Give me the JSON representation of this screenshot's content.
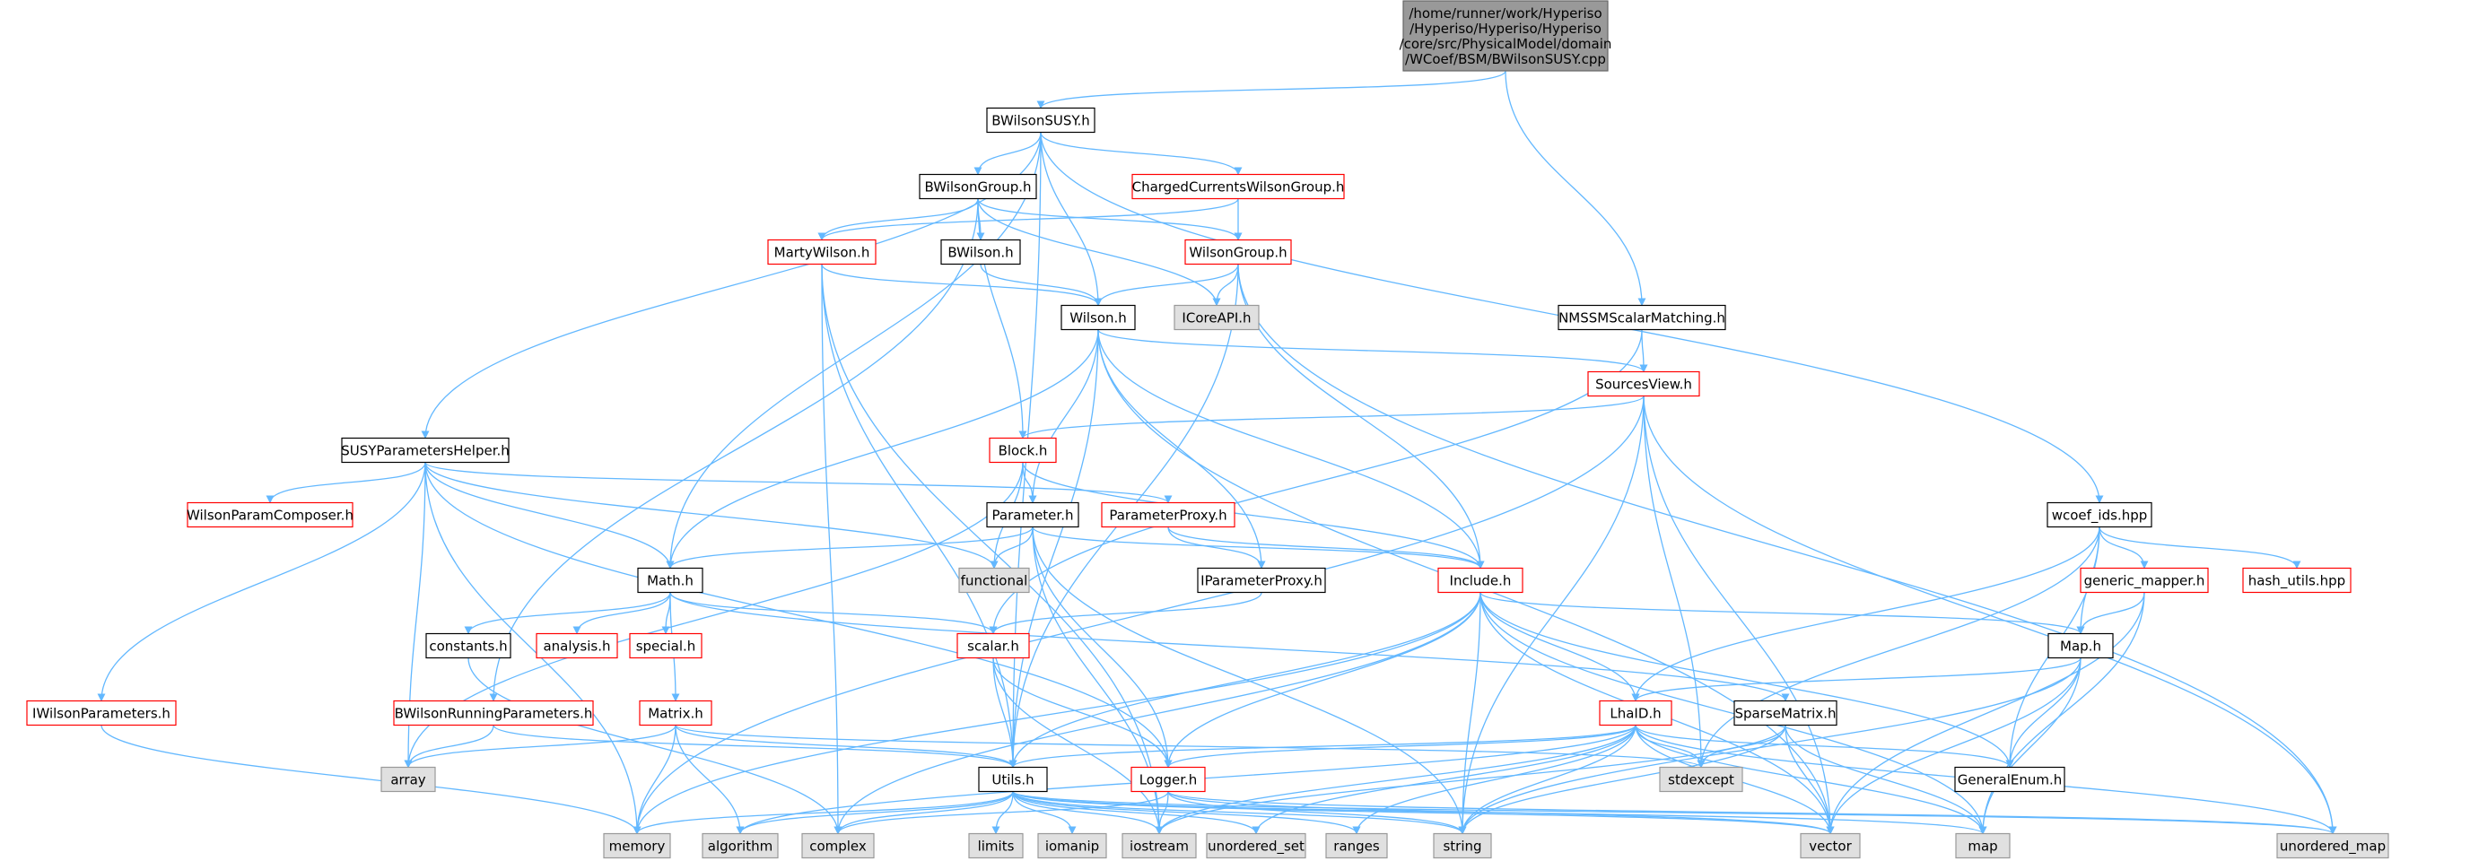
{
  "colors": {
    "edge": "#63b8ff",
    "root_fill": "#999999",
    "red_border": "#ff0000",
    "external_fill": "#e0e0e0"
  },
  "nodes": [
    {
      "id": "root",
      "kind": "root",
      "lines": [
        "/home/runner/work/Hyperiso",
        "/Hyperiso/Hyperiso/Hyperiso",
        "/core/src/PhysicalModel/domain",
        "/WCoef/BSM/BWilsonSUSY.cpp"
      ]
    },
    {
      "id": "BWilsonSUSY.h",
      "kind": "normal",
      "lines": [
        "BWilsonSUSY.h"
      ]
    },
    {
      "id": "BWilsonGroup.h",
      "kind": "normal",
      "lines": [
        "BWilsonGroup.h"
      ]
    },
    {
      "id": "ChargedCurrentsWilsonGroup.h",
      "kind": "red",
      "lines": [
        "ChargedCurrentsWilsonGroup.h"
      ]
    },
    {
      "id": "MartyWilson.h",
      "kind": "red",
      "lines": [
        "MartyWilson.h"
      ]
    },
    {
      "id": "BWilson.h",
      "kind": "normal",
      "lines": [
        "BWilson.h"
      ]
    },
    {
      "id": "WilsonGroup.h",
      "kind": "red",
      "lines": [
        "WilsonGroup.h"
      ]
    },
    {
      "id": "Wilson.h",
      "kind": "normal",
      "lines": [
        "Wilson.h"
      ]
    },
    {
      "id": "ICoreAPI.h",
      "kind": "ext",
      "lines": [
        "ICoreAPI.h"
      ]
    },
    {
      "id": "NMSSMScalarMatching.h",
      "kind": "normal",
      "lines": [
        "NMSSMScalarMatching.h"
      ]
    },
    {
      "id": "SourcesView.h",
      "kind": "red",
      "lines": [
        "SourcesView.h"
      ]
    },
    {
      "id": "SUSYParametersHelper.h",
      "kind": "normal",
      "lines": [
        "SUSYParametersHelper.h"
      ]
    },
    {
      "id": "WilsonParamComposer.h",
      "kind": "red",
      "lines": [
        "WilsonParamComposer.h"
      ]
    },
    {
      "id": "Block.h",
      "kind": "red",
      "lines": [
        "Block.h"
      ]
    },
    {
      "id": "Parameter.h",
      "kind": "normal",
      "lines": [
        "Parameter.h"
      ]
    },
    {
      "id": "ParameterProxy.h",
      "kind": "red",
      "lines": [
        "ParameterProxy.h"
      ]
    },
    {
      "id": "functional",
      "kind": "ext",
      "lines": [
        "functional"
      ]
    },
    {
      "id": "IParameterProxy.h",
      "kind": "normal",
      "lines": [
        "IParameterProxy.h"
      ]
    },
    {
      "id": "Include.h",
      "kind": "red",
      "lines": [
        "Include.h"
      ]
    },
    {
      "id": "wcoef_ids.hpp",
      "kind": "normal",
      "lines": [
        "wcoef_ids.hpp"
      ]
    },
    {
      "id": "generic_mapper.h",
      "kind": "red",
      "lines": [
        "generic_mapper.h"
      ]
    },
    {
      "id": "hash_utils.hpp",
      "kind": "red",
      "lines": [
        "hash_utils.hpp"
      ]
    },
    {
      "id": "Math.h",
      "kind": "normal",
      "lines": [
        "Math.h"
      ]
    },
    {
      "id": "constants.h",
      "kind": "normal",
      "lines": [
        "constants.h"
      ]
    },
    {
      "id": "analysis.h",
      "kind": "red",
      "lines": [
        "analysis.h"
      ]
    },
    {
      "id": "special.h",
      "kind": "red",
      "lines": [
        "special.h"
      ]
    },
    {
      "id": "scalar.h",
      "kind": "red",
      "lines": [
        "scalar.h"
      ]
    },
    {
      "id": "Map.h",
      "kind": "normal",
      "lines": [
        "Map.h"
      ]
    },
    {
      "id": "IWilsonParameters.h",
      "kind": "red",
      "lines": [
        "IWilsonParameters.h"
      ]
    },
    {
      "id": "BWilsonRunningParameters.h",
      "kind": "red",
      "lines": [
        "BWilsonRunningParameters.h"
      ]
    },
    {
      "id": "Matrix.h",
      "kind": "red",
      "lines": [
        "Matrix.h"
      ]
    },
    {
      "id": "LhaID.h",
      "kind": "red",
      "lines": [
        "LhaID.h"
      ]
    },
    {
      "id": "SparseMatrix.h",
      "kind": "normal",
      "lines": [
        "SparseMatrix.h"
      ]
    },
    {
      "id": "array",
      "kind": "ext",
      "lines": [
        "array"
      ]
    },
    {
      "id": "Utils.h",
      "kind": "normal",
      "lines": [
        "Utils.h"
      ]
    },
    {
      "id": "Logger.h",
      "kind": "red",
      "lines": [
        "Logger.h"
      ]
    },
    {
      "id": "stdexcept",
      "kind": "ext",
      "lines": [
        "stdexcept"
      ]
    },
    {
      "id": "GeneralEnum.h",
      "kind": "normal",
      "lines": [
        "GeneralEnum.h"
      ]
    },
    {
      "id": "memory",
      "kind": "ext",
      "lines": [
        "memory"
      ]
    },
    {
      "id": "algorithm",
      "kind": "ext",
      "lines": [
        "algorithm"
      ]
    },
    {
      "id": "complex",
      "kind": "ext",
      "lines": [
        "complex"
      ]
    },
    {
      "id": "limits",
      "kind": "ext",
      "lines": [
        "limits"
      ]
    },
    {
      "id": "iomanip",
      "kind": "ext",
      "lines": [
        "iomanip"
      ]
    },
    {
      "id": "iostream",
      "kind": "ext",
      "lines": [
        "iostream"
      ]
    },
    {
      "id": "unordered_set",
      "kind": "ext",
      "lines": [
        "unordered_set"
      ]
    },
    {
      "id": "ranges",
      "kind": "ext",
      "lines": [
        "ranges"
      ]
    },
    {
      "id": "string",
      "kind": "ext",
      "lines": [
        "string"
      ]
    },
    {
      "id": "vector",
      "kind": "ext",
      "lines": [
        "vector"
      ]
    },
    {
      "id": "map",
      "kind": "ext",
      "lines": [
        "map"
      ]
    },
    {
      "id": "unordered_map",
      "kind": "ext",
      "lines": [
        "unordered_map"
      ]
    }
  ],
  "edges": [
    [
      "root",
      "BWilsonSUSY.h"
    ],
    [
      "root",
      "NMSSMScalarMatching.h"
    ],
    [
      "BWilsonSUSY.h",
      "BWilsonGroup.h"
    ],
    [
      "BWilsonSUSY.h",
      "ChargedCurrentsWilsonGroup.h"
    ],
    [
      "BWilsonSUSY.h",
      "Wilson.h"
    ],
    [
      "BWilsonSUSY.h",
      "SUSYParametersHelper.h"
    ],
    [
      "BWilsonSUSY.h",
      "Math.h"
    ],
    [
      "BWilsonSUSY.h",
      "wcoef_ids.hpp"
    ],
    [
      "BWilsonSUSY.h",
      "Utils.h"
    ],
    [
      "BWilsonGroup.h",
      "MartyWilson.h"
    ],
    [
      "BWilsonGroup.h",
      "BWilson.h"
    ],
    [
      "BWilsonGroup.h",
      "WilsonGroup.h"
    ],
    [
      "BWilsonGroup.h",
      "ICoreAPI.h"
    ],
    [
      "BWilsonGroup.h",
      "Block.h"
    ],
    [
      "BWilsonGroup.h",
      "BWilsonRunningParameters.h"
    ],
    [
      "ChargedCurrentsWilsonGroup.h",
      "WilsonGroup.h"
    ],
    [
      "ChargedCurrentsWilsonGroup.h",
      "MartyWilson.h"
    ],
    [
      "MartyWilson.h",
      "Wilson.h"
    ],
    [
      "MartyWilson.h",
      "Utils.h"
    ],
    [
      "MartyWilson.h",
      "iostream"
    ],
    [
      "MartyWilson.h",
      "complex"
    ],
    [
      "BWilson.h",
      "Wilson.h"
    ],
    [
      "WilsonGroup.h",
      "Wilson.h"
    ],
    [
      "WilsonGroup.h",
      "ICoreAPI.h"
    ],
    [
      "WilsonGroup.h",
      "Include.h"
    ],
    [
      "WilsonGroup.h",
      "Utils.h"
    ],
    [
      "WilsonGroup.h",
      "unordered_map"
    ],
    [
      "Wilson.h",
      "SourcesView.h"
    ],
    [
      "Wilson.h",
      "Parameter.h"
    ],
    [
      "Wilson.h",
      "Math.h"
    ],
    [
      "Wilson.h",
      "Include.h"
    ],
    [
      "Wilson.h",
      "IParameterProxy.h"
    ],
    [
      "Wilson.h",
      "Utils.h"
    ],
    [
      "Wilson.h",
      "vector"
    ],
    [
      "NMSSMScalarMatching.h",
      "SourcesView.h"
    ],
    [
      "NMSSMScalarMatching.h",
      "scalar.h"
    ],
    [
      "SourcesView.h",
      "Block.h"
    ],
    [
      "SourcesView.h",
      "stdexcept"
    ],
    [
      "SourcesView.h",
      "string"
    ],
    [
      "SourcesView.h",
      "vector"
    ],
    [
      "SourcesView.h",
      "unordered_map"
    ],
    [
      "SourcesView.h",
      "memory"
    ],
    [
      "SUSYParametersHelper.h",
      "WilsonParamComposer.h"
    ],
    [
      "SUSYParametersHelper.h",
      "ParameterProxy.h"
    ],
    [
      "SUSYParametersHelper.h",
      "functional"
    ],
    [
      "SUSYParametersHelper.h",
      "Math.h"
    ],
    [
      "SUSYParametersHelper.h",
      "IWilsonParameters.h"
    ],
    [
      "SUSYParametersHelper.h",
      "array"
    ],
    [
      "SUSYParametersHelper.h",
      "Logger.h"
    ],
    [
      "SUSYParametersHelper.h",
      "memory"
    ],
    [
      "Block.h",
      "Parameter.h"
    ],
    [
      "Block.h",
      "functional"
    ],
    [
      "Block.h",
      "Include.h"
    ],
    [
      "Block.h",
      "array"
    ],
    [
      "Parameter.h",
      "functional"
    ],
    [
      "Parameter.h",
      "Include.h"
    ],
    [
      "Parameter.h",
      "Math.h"
    ],
    [
      "Parameter.h",
      "Logger.h"
    ],
    [
      "Parameter.h",
      "string"
    ],
    [
      "Parameter.h",
      "iostream"
    ],
    [
      "ParameterProxy.h",
      "Include.h"
    ],
    [
      "ParameterProxy.h",
      "IParameterProxy.h"
    ],
    [
      "IParameterProxy.h",
      "scalar.h"
    ],
    [
      "Include.h",
      "LhaID.h"
    ],
    [
      "Include.h",
      "Map.h"
    ],
    [
      "Include.h",
      "GeneralEnum.h"
    ],
    [
      "Include.h",
      "Logger.h"
    ],
    [
      "Include.h",
      "Utils.h"
    ],
    [
      "Include.h",
      "string"
    ],
    [
      "Include.h",
      "vector"
    ],
    [
      "Include.h",
      "map"
    ],
    [
      "Include.h",
      "memory"
    ],
    [
      "Include.h",
      "complex"
    ],
    [
      "wcoef_ids.hpp",
      "generic_mapper.h"
    ],
    [
      "wcoef_ids.hpp",
      "hash_utils.hpp"
    ],
    [
      "wcoef_ids.hpp",
      "Map.h"
    ],
    [
      "wcoef_ids.hpp",
      "LhaID.h"
    ],
    [
      "wcoef_ids.hpp",
      "stdexcept"
    ],
    [
      "wcoef_ids.hpp",
      "GeneralEnum.h"
    ],
    [
      "generic_mapper.h",
      "Map.h"
    ],
    [
      "generic_mapper.h",
      "vector"
    ],
    [
      "generic_mapper.h",
      "map"
    ],
    [
      "Math.h",
      "constants.h"
    ],
    [
      "Math.h",
      "analysis.h"
    ],
    [
      "Math.h",
      "special.h"
    ],
    [
      "Math.h",
      "Matrix.h"
    ],
    [
      "Math.h",
      "scalar.h"
    ],
    [
      "Math.h",
      "SparseMatrix.h"
    ],
    [
      "constants.h",
      "complex"
    ],
    [
      "scalar.h",
      "Utils.h"
    ],
    [
      "scalar.h",
      "Logger.h"
    ],
    [
      "scalar.h",
      "iostream"
    ],
    [
      "Map.h",
      "LhaID.h"
    ],
    [
      "Map.h",
      "GeneralEnum.h"
    ],
    [
      "Map.h",
      "string"
    ],
    [
      "Map.h",
      "vector"
    ],
    [
      "Map.h",
      "map"
    ],
    [
      "IWilsonParameters.h",
      "memory"
    ],
    [
      "BWilsonRunningParameters.h",
      "array"
    ],
    [
      "BWilsonRunningParameters.h",
      "Utils.h"
    ],
    [
      "Matrix.h",
      "array"
    ],
    [
      "Matrix.h",
      "memory"
    ],
    [
      "Matrix.h",
      "algorithm"
    ],
    [
      "Matrix.h",
      "Utils.h"
    ],
    [
      "Matrix.h",
      "stdexcept"
    ],
    [
      "LhaID.h",
      "Utils.h"
    ],
    [
      "LhaID.h",
      "Logger.h"
    ],
    [
      "LhaID.h",
      "stdexcept"
    ],
    [
      "LhaID.h",
      "GeneralEnum.h"
    ],
    [
      "LhaID.h",
      "string"
    ],
    [
      "LhaID.h",
      "vector"
    ],
    [
      "LhaID.h",
      "map"
    ],
    [
      "LhaID.h",
      "iostream"
    ],
    [
      "LhaID.h",
      "unordered_set"
    ],
    [
      "LhaID.h",
      "ranges"
    ],
    [
      "LhaID.h",
      "algorithm"
    ],
    [
      "LhaID.h",
      "unordered_map"
    ],
    [
      "SparseMatrix.h",
      "stdexcept"
    ],
    [
      "SparseMatrix.h",
      "vector"
    ],
    [
      "SparseMatrix.h",
      "map"
    ],
    [
      "SparseMatrix.h",
      "iostream"
    ],
    [
      "SparseMatrix.h",
      "string"
    ],
    [
      "Utils.h",
      "memory"
    ],
    [
      "Utils.h",
      "algorithm"
    ],
    [
      "Utils.h",
      "complex"
    ],
    [
      "Utils.h",
      "limits"
    ],
    [
      "Utils.h",
      "iomanip"
    ],
    [
      "Utils.h",
      "iostream"
    ],
    [
      "Utils.h",
      "unordered_set"
    ],
    [
      "Utils.h",
      "ranges"
    ],
    [
      "Utils.h",
      "string"
    ],
    [
      "Utils.h",
      "vector"
    ],
    [
      "Utils.h",
      "map"
    ],
    [
      "Utils.h",
      "unordered_map"
    ],
    [
      "Logger.h",
      "iostream"
    ],
    [
      "Logger.h",
      "string"
    ],
    [
      "Logger.h",
      "complex"
    ],
    [
      "Logger.h",
      "vector"
    ],
    [
      "Logger.h",
      "unordered_map"
    ]
  ]
}
